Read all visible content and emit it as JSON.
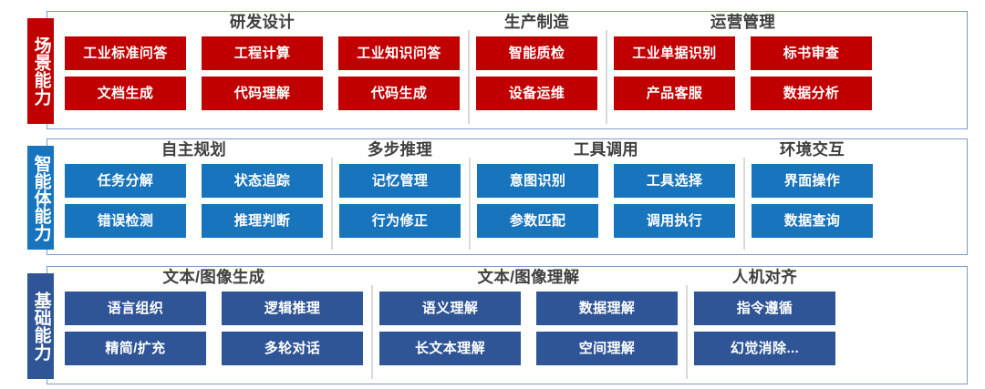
{
  "diagram": {
    "title": "AI capability layers diagram",
    "colors": {
      "scenario_red": "#C00000",
      "agent_blue": "#1874BC",
      "foundation_navy": "#2F5597",
      "frame_border": "#7E9BC9",
      "group_title": "#404040",
      "divider": "#D9D9D9"
    }
  },
  "bands": [
    {
      "tab_label": "场景能力",
      "tone": "red",
      "groups": [
        {
          "title": "研发设计",
          "rows": [
            [
              "工业标准问答",
              "工程计算",
              "工业知识问答"
            ],
            [
              "文档生成",
              "代码理解",
              "代码生成"
            ]
          ]
        },
        {
          "title": "生产制造",
          "rows": [
            [
              "智能质检"
            ],
            [
              "设备运维"
            ]
          ]
        },
        {
          "title": "运营管理",
          "rows": [
            [
              "工业单据识别",
              "标书审查"
            ],
            [
              "产品客服",
              "数据分析"
            ]
          ]
        }
      ]
    },
    {
      "tab_label": "智能体能力",
      "tone": "blue",
      "groups": [
        {
          "title": "自主规划",
          "rows": [
            [
              "任务分解",
              "状态追踪"
            ],
            [
              "错误检测",
              "推理判断"
            ]
          ]
        },
        {
          "title": "多步推理",
          "rows": [
            [
              "记忆管理"
            ],
            [
              "行为修正"
            ]
          ]
        },
        {
          "title": "工具调用",
          "rows": [
            [
              "意图识别",
              "工具选择"
            ],
            [
              "参数匹配",
              "调用执行"
            ]
          ]
        },
        {
          "title": "环境交互",
          "rows": [
            [
              "界面操作"
            ],
            [
              "数据查询"
            ]
          ]
        }
      ]
    },
    {
      "tab_label": "基础能力",
      "tone": "navy",
      "groups": [
        {
          "title": "文本/图像生成",
          "rows": [
            [
              "语言组织",
              "逻辑推理"
            ],
            [
              "精简/扩充",
              "多轮对话"
            ]
          ]
        },
        {
          "title": "文本/图像理解",
          "rows": [
            [
              "语义理解",
              "数据理解"
            ],
            [
              "长文本理解",
              "空间理解"
            ]
          ]
        },
        {
          "title": "人机对齐",
          "rows": [
            [
              "指令遵循"
            ],
            [
              "幻觉消除..."
            ]
          ]
        }
      ]
    }
  ]
}
